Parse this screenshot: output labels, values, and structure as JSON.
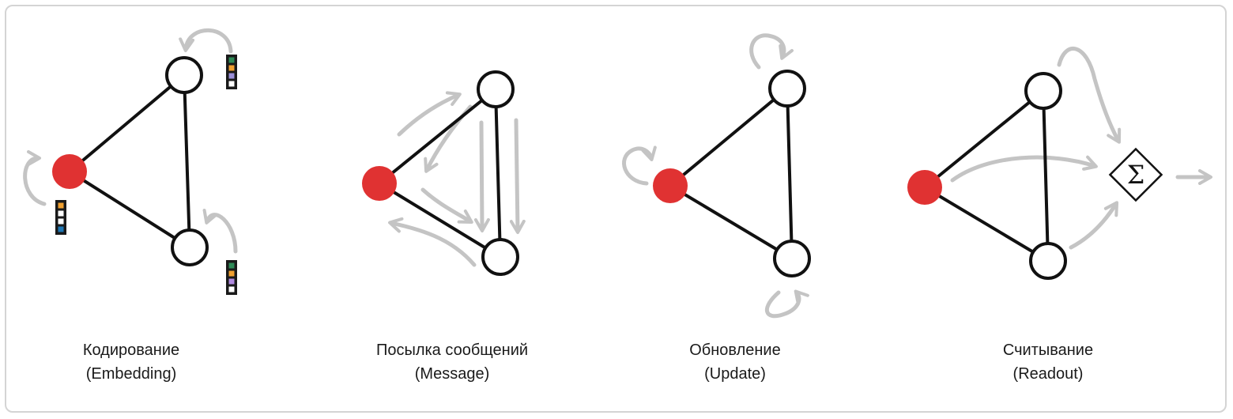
{
  "colors": {
    "edge": "#111111",
    "node_fill": "#ffffff",
    "active_node": "#e03232",
    "flow_arrow": "#c4c4c4",
    "frame": "#d4d4d4"
  },
  "stages": [
    {
      "title": "Кодирование",
      "subtitle": "(Embedding)"
    },
    {
      "title": "Посылка сообщений",
      "subtitle": "(Message)"
    },
    {
      "title": "Обновление",
      "subtitle": "(Update)"
    },
    {
      "title": "Считывание",
      "subtitle": "(Readout)"
    }
  ],
  "readout_symbol": "Σ",
  "embedding_vectors": [
    [
      "#2e8b57",
      "#f0a030",
      "#9b8fd8",
      "#ffffff"
    ],
    [
      "#f0a030",
      "#ffffff",
      "#ffffff",
      "#1f77b4"
    ],
    [
      "#2e8b57",
      "#f0a030",
      "#b08ae0",
      "#ffffff"
    ]
  ]
}
